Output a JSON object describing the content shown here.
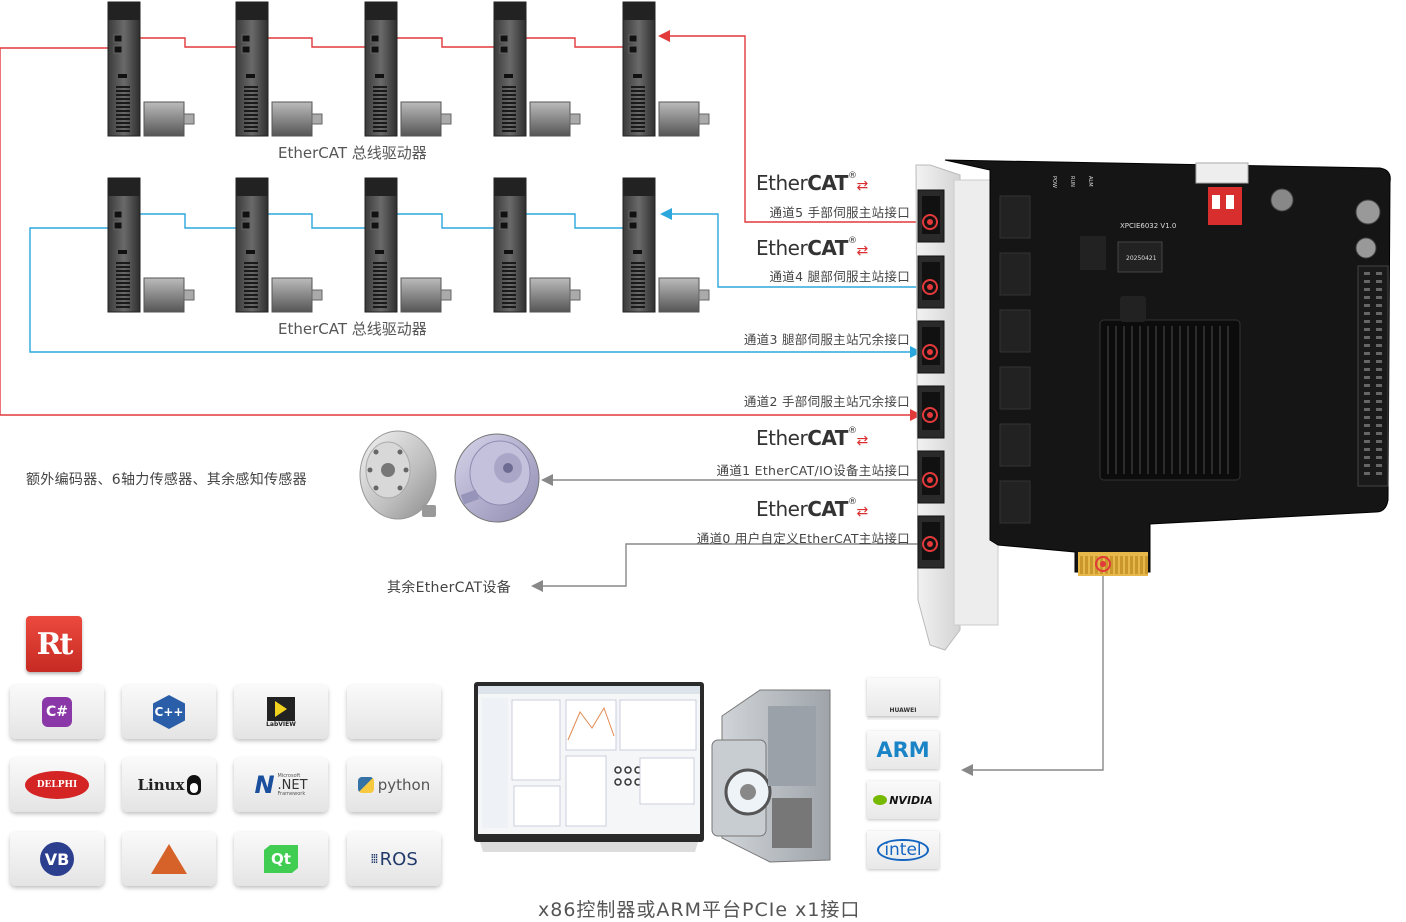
{
  "bus_labels": [
    "EtherCAT 总线驱动器",
    "EtherCAT 总线驱动器"
  ],
  "ethercat_logo": {
    "ether": "Ether",
    "cat": "CAT",
    "reg": "®"
  },
  "channels": {
    "ch5": "通道5 手部伺服主站接口",
    "ch4": "通道4 腿部伺服主站接口",
    "ch3": "通道3 腿部伺服主站冗余接口",
    "ch2": "通道2 手部伺服主站冗余接口",
    "ch1": "通道1 EtherCAT/IO设备主站接口",
    "ch0": "通道0 用户自定义EtherCAT主站接口"
  },
  "sensors_label": "额外编码器、6轴力传感器、其余感知传感器",
  "other_devices_label": "其余EtherCAT设备",
  "card": {
    "model": "XPCIE6032 V1.0",
    "date": "20250421",
    "led_labels": [
      "POW",
      "RUN",
      "ALM"
    ]
  },
  "rt_logo": "Rt",
  "software_tiles": {
    "csharp": "C#",
    "cpp": "C++",
    "labview": "LabVIEW",
    "apple": "",
    "delphi": "DELPHI",
    "linux": "Linux",
    "dotnet": ".NET",
    "dotnet_small": "Microsoft",
    "dotnet_framework": "Framework",
    "python": "python",
    "vb": "VB",
    "matlab": "",
    "qt": "Qt",
    "ros": "ROS"
  },
  "platform_logos": {
    "huawei": "HUAWEI",
    "arm": "ARM",
    "nvidia": "NVIDIA",
    "intel": "intel"
  },
  "bottom_caption": "x86控制器或ARM平台PCIe x1接口",
  "colors": {
    "red_line": "#e2393b",
    "blue_line": "#2ba7de",
    "grey_line": "#888888",
    "card": "#1a1a1a"
  }
}
